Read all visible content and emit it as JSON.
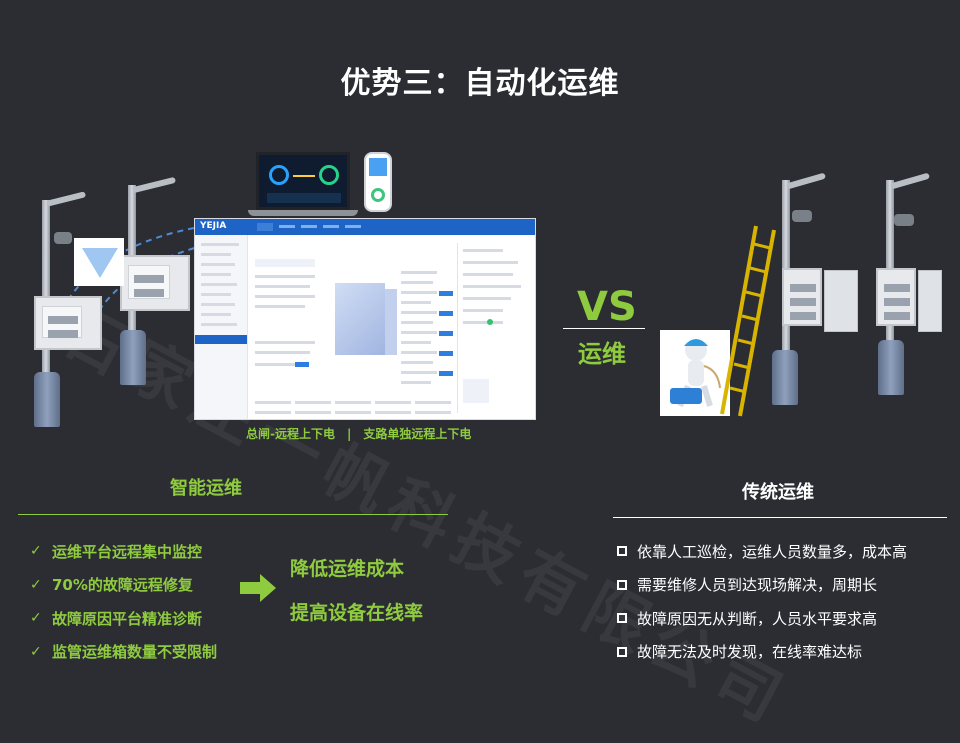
{
  "slide": {
    "title": "优势三：自动化运维",
    "watermark": "石家庄一帆科技有限公司"
  },
  "middle": {
    "vs": "VS",
    "vs_sub": "运维"
  },
  "platform": {
    "logo": "YEJIA",
    "caption": "总闸-远程上下电　|　支路单独远程上下电"
  },
  "smart": {
    "heading": "智能运维",
    "items": [
      "运维平台远程集中监控",
      "70%的故障远程修复",
      "故障原因平台精准诊断",
      "监管运维箱数量不受限制"
    ],
    "results": [
      "降低运维成本",
      "提高设备在线率"
    ]
  },
  "traditional": {
    "heading": "传统运维",
    "items": [
      "依靠人工巡检，运维人员数量多，成本高",
      "需要维修人员到达现场解决，周期长",
      "故障原因无从判断，人员水平要求高",
      "故障无法及时发现，在线率难达标"
    ]
  },
  "colors": {
    "background": "#2b2d33",
    "accent_green": "#8fcb3e",
    "text": "#ffffff",
    "platform_blue": "#1e63c6"
  },
  "icons": {
    "check": "check-icon",
    "square_bullet": "square-bullet-icon",
    "arrow": "right-arrow-icon"
  }
}
